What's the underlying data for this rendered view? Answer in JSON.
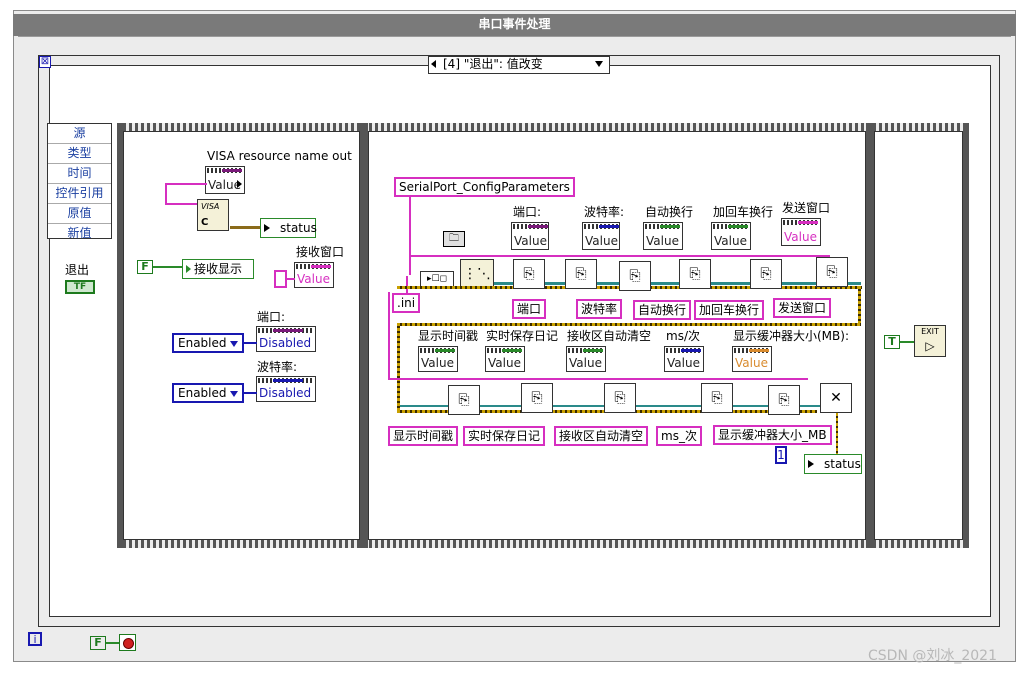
{
  "window": {
    "title": "串口事件处理"
  },
  "event_selector": {
    "value": "[4] \"退出\": 值改变"
  },
  "event_data_node": {
    "items": [
      "源",
      "类型",
      "时间",
      "控件引用",
      "原值",
      "新值"
    ]
  },
  "frame1": {
    "exit_label": "退出",
    "exit_terminal": "TF",
    "visa_label": "VISA resource name out",
    "value_label": "Value",
    "status_label": "status",
    "false_const": "F",
    "recv_display_label": "接收显示",
    "recv_window_label": "接收窗口",
    "port_label": "端口:",
    "baud_label": "波特率:",
    "enum_value": "Enabled",
    "disabled_value": "Disabled"
  },
  "frame2": {
    "config_label": "SerialPort_ConfigParameters",
    "ini_label": ".ini",
    "value_label": "Value",
    "top_props": [
      "端口:",
      "波特率:",
      "自动换行",
      "加回车换行",
      "发送窗口"
    ],
    "top_keys": [
      "端口",
      "波特率",
      "自动换行",
      "加回车换行",
      "发送窗口"
    ],
    "bottom_props": [
      "显示时间戳",
      "实时保存日记",
      "接收区自动清空",
      "ms/次",
      "显示缓冲器大小(MB):"
    ],
    "bottom_keys": [
      "显示时间戳",
      "实时保存日记",
      "接收区自动清空",
      "ms_次",
      "显示缓冲器大小_MB"
    ],
    "numeric_const": "1",
    "status_label": "status"
  },
  "frame3": {
    "true_const": "T",
    "exit_icon": "EXIT"
  },
  "bottom": {
    "info_label": "i",
    "false_const": "F"
  },
  "watermark": "CSDN @刘冰_2021"
}
